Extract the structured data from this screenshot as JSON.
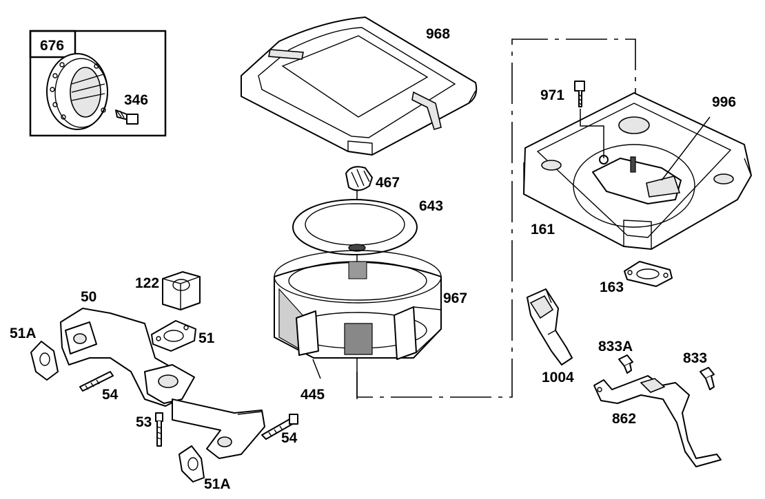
{
  "labels": {
    "p676": "676",
    "p346": "346",
    "p968": "968",
    "p467": "467",
    "p643": "643",
    "p971": "971",
    "p996": "996",
    "p161": "161",
    "p163": "163",
    "p122": "122",
    "p50": "50",
    "p51a_top": "51A",
    "p51": "51",
    "p54_left": "54",
    "p53": "53",
    "p54_right": "54",
    "p51a_bottom": "51A",
    "p967": "967",
    "p445": "445",
    "p1004": "1004",
    "p833a": "833A",
    "p833": "833",
    "p862": "862"
  }
}
